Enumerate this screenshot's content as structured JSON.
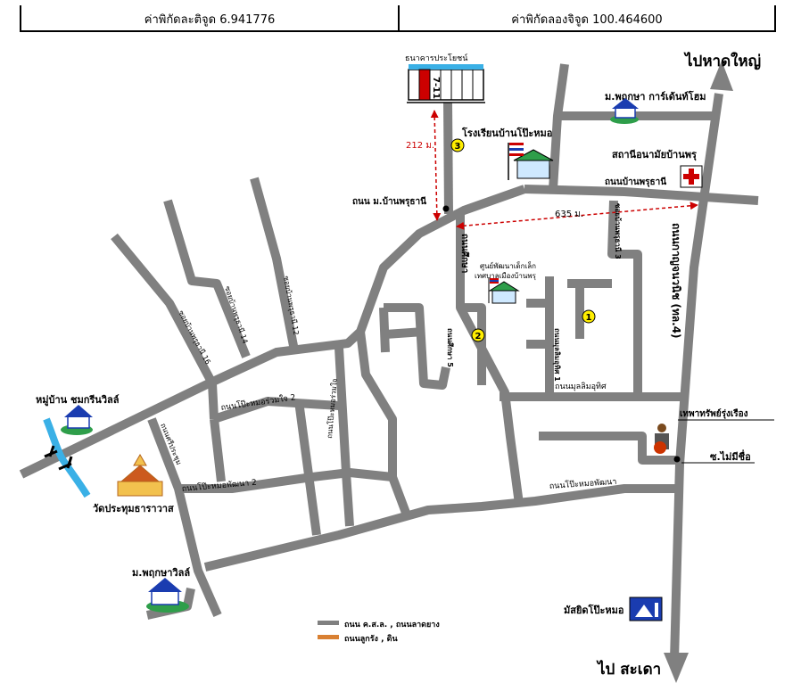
{
  "header": {
    "latitude": "ค่าพิกัดละติจูด 6.941776",
    "longitude": "ค่าพิกัดลองจิจูด 100.464600"
  },
  "directions": {
    "north": "ไปหาดใหญ่",
    "south": "ไป สะเดา"
  },
  "places": {
    "bank_sign": "ธนาคารประโยชน์",
    "store_name": "7-11",
    "school": "โรงเรียนบ้านโป๊ะหมอ",
    "health_station": "สถานีอนามัยบ้านพรุ",
    "garden_home": "ม.พฤกษา การ์เด้นท์โฮม",
    "village_green": "หมู่บ้าน ชมกรีนวิลล์",
    "temple": "วัดประทุมธาราวาส",
    "pruksa_ville": "ม.พฤกษาวิลล์",
    "child_center": "ศูนย์พัฒนาเด็กเล็ก",
    "child_center_2": "เทศบาลเมืองบ้านพรุ",
    "gold_shop": "เทพาทรัพย์รุ่งเรือง",
    "mosque": "มัสยิดโป๊ะหมอ",
    "alley_no_name": "ซ.ไม่มีชื่อ"
  },
  "roads": {
    "main_road": "ถนนกาญจนวนิช (ทล.4)",
    "banpru_road": "ถนนบ้านพรุธานี",
    "banpru_junction": "ถนน ม.บ้านพรุธานี",
    "sueksa": "ถนนศึกษา",
    "sueksa_5": "ถนนศึกษา 5",
    "pruthani_3": "ซอยบ้านพรุธานี 3",
    "mulla_1": "ถนนมุลลิมอุทิศ 1",
    "mulla": "ถนนมุลลิมอุทิศ",
    "pruthani_12": "ซอยบ้านพรุธานี 12",
    "pruthani_14": "ซอยบ้านพรุธานี 14",
    "pruthani_16": "ซอยบ้านพรุธานี 16",
    "pomo_ruamjai_2": "ถนนโป๊ะหมอร่วมใจ 2",
    "pomo_ruamjai": "ถนนโป๊ะหมอร่วมใจ",
    "sriprachum": "ถนนศรีประชุม",
    "pomo_pattana_2": "ถนนโป๊ะหมอพัฒนา 2",
    "pomo_pattana": "ถนนโป๊ะหมอพัฒนา"
  },
  "distances": {
    "d1": "212 ม.",
    "d2": "635 ม."
  },
  "markers": [
    "1",
    "2",
    "3"
  ],
  "legend": {
    "paved": "ถนน ค.ส.ล. , ถนนลาดยาง",
    "unpaved": "ถนนลูกรัง , ดิน"
  },
  "colors": {
    "road": "#808080",
    "accent_red": "#cc0000",
    "marker_yellow": "#ffee00",
    "legend_orange": "#d98032",
    "river_blue": "#3ab0e6"
  }
}
